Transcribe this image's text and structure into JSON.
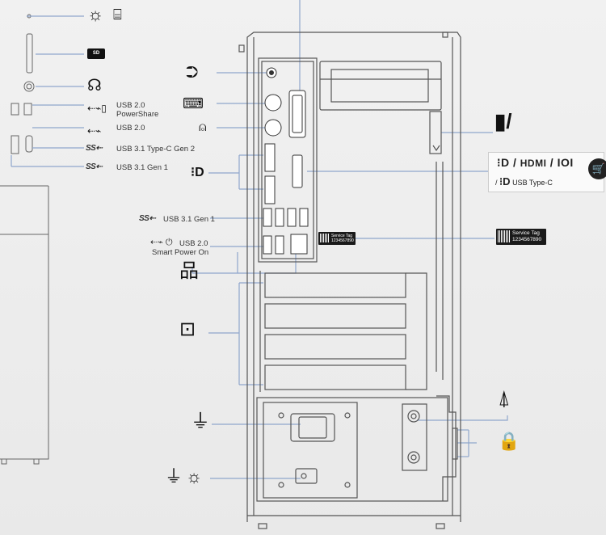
{
  "labels": {
    "usb20_powershare_1": "USB 2.0",
    "usb20_powershare_2": "PowerShare",
    "usb20": "USB 2.0",
    "usb31_typec_gen2": "USB 3.1 Type-C Gen 2",
    "usb31_gen1_left": "USB 3.1 Gen 1",
    "usb31_gen1_center": "USB 3.1 Gen 1",
    "usb20_smart_1": "USB 2.0",
    "usb20_smart_2": "Smart Power On",
    "sd_badge": "SD",
    "hdmi": "HDMI",
    "vga": "IOI",
    "usb_typec": "USB Type-C",
    "service_tag_1": "Service Tag",
    "service_tag_2": "1234567890"
  },
  "icons": {
    "sun": "sun-icon",
    "drive": "drive-icon",
    "headset": "headset-icon",
    "line_out": "line-out-icon",
    "keyboard": "keyboard-icon",
    "mouse": "mouse-icon",
    "displayport": "displayport-icon",
    "network": "network-icon",
    "expansion_card": "expansion-card-icon",
    "power_plug": "power-plug-icon",
    "antenna": "antenna-icon",
    "lock": "lock-icon",
    "cable_cover": "cable-cover-icon",
    "cart": "cart-icon"
  },
  "colors": {
    "callout_line": "#8fa6cc",
    "chassis_line": "#555555",
    "background": "#ececec"
  }
}
